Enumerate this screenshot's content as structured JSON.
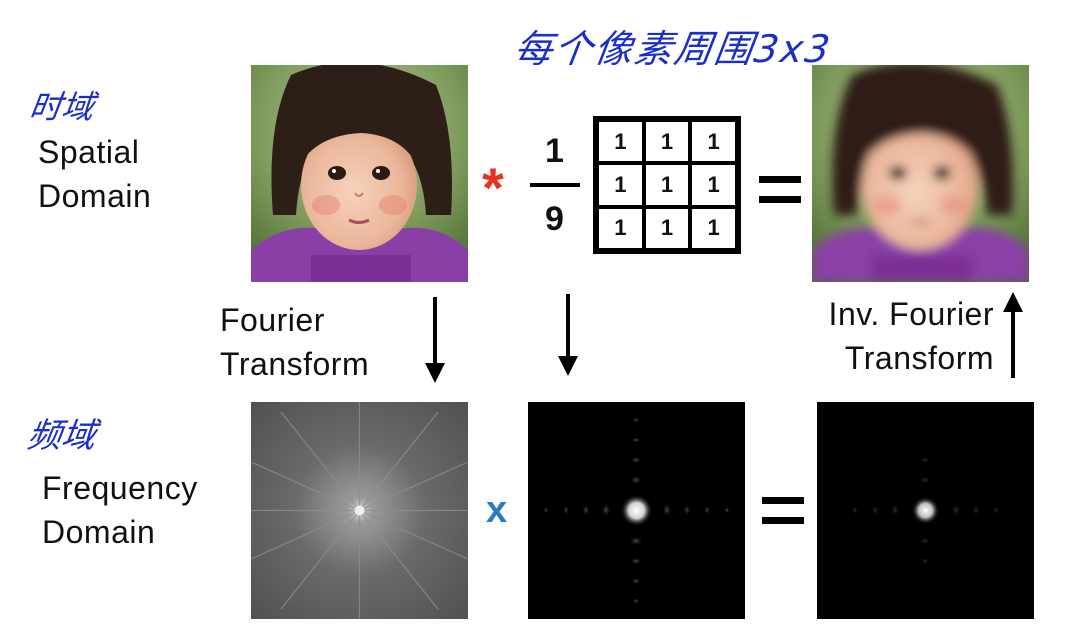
{
  "annotations": {
    "kernel_note": "每个像素周围3x3",
    "spatial_note": "时域",
    "frequency_note": "频域"
  },
  "labels": {
    "spatial_domain": [
      "Spatial",
      "Domain"
    ],
    "frequency_domain": [
      "Frequency",
      "Domain"
    ],
    "fourier_transform": [
      "Fourier",
      "Transform"
    ],
    "inverse_fourier_transform": [
      "Inv. Fourier",
      "Transform"
    ]
  },
  "kernel": {
    "numerator": "1",
    "denominator": "9",
    "cells": [
      "1",
      "1",
      "1",
      "1",
      "1",
      "1",
      "1",
      "1",
      "1"
    ]
  },
  "operators": {
    "convolution": "*",
    "multiply": "x",
    "equals_top": "=",
    "equals_bottom": "="
  },
  "colors": {
    "convolution": "#e8321f",
    "multiply": "#2a7bc0",
    "handwriting": "#1a2fc9"
  },
  "images": {
    "original_photo": "child-portrait",
    "blurred_photo": "child-portrait-blurred",
    "image_spectrum": "fourier-magnitude-spectrum",
    "kernel_spectrum": "box-filter-spectrum",
    "product_spectrum": "filtered-spectrum"
  }
}
